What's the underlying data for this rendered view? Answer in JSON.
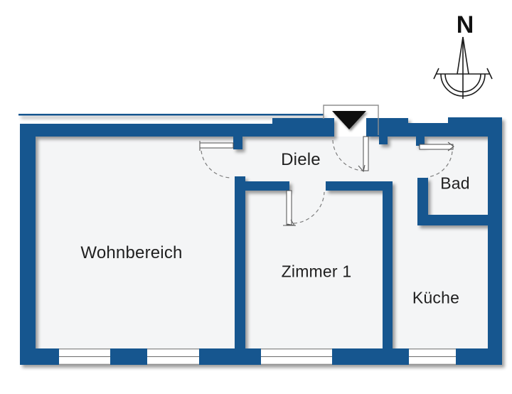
{
  "plan": {
    "rooms": [
      {
        "label": "Wohnbereich"
      },
      {
        "label": "Diele"
      },
      {
        "label": "Zimmer 1"
      },
      {
        "label": "Bad"
      },
      {
        "label": "Küche"
      }
    ],
    "compass": {
      "label": "N",
      "icon": "north-compass-icon"
    },
    "entrance": {
      "icon": "entrance-triangle-icon"
    },
    "features": {
      "windows_count": 4,
      "door_swings": [
        "entrance",
        "wohnbereich",
        "zimmer-1",
        "bad"
      ]
    },
    "colors": {
      "wall": "#15568F",
      "floor": "#F4F5F6",
      "background": "#FFFFFF",
      "entrance_marker": "#0C0C0C",
      "door_swing": "#7D7D7D",
      "label_text": "#1F1F1F"
    }
  }
}
